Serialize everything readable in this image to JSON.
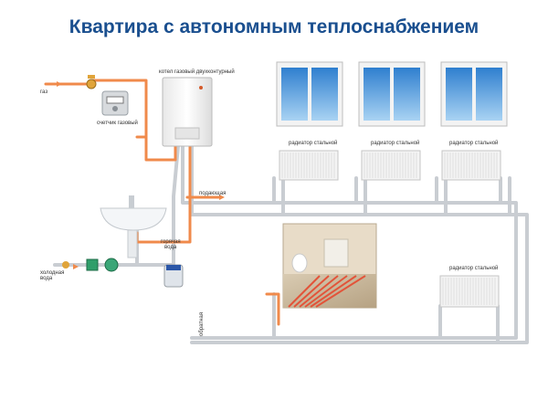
{
  "title": "Квартира с автономным теплоснабжением",
  "labels": {
    "gas": "газ",
    "meter": "счетчик газовый",
    "boiler": "котел газовый двухконтурный",
    "supply": "подающая",
    "hot_water_1": "горячая",
    "hot_water_2": "вода",
    "cold_water_1": "холодная",
    "cold_water_2": "вода",
    "return": "обратная",
    "radiator_1": "радиатор стальной",
    "radiator_2": "радиатор стальной",
    "radiator_3": "радиатор стальной",
    "radiator_4": "радиатор стальной"
  },
  "colors": {
    "title": "#1a4f8f",
    "pipe_grey": "#c9cdd2",
    "pipe_orange": "#f08a4b",
    "window_glass": "#3f8fd6",
    "radiator": "#f4f4f4"
  }
}
